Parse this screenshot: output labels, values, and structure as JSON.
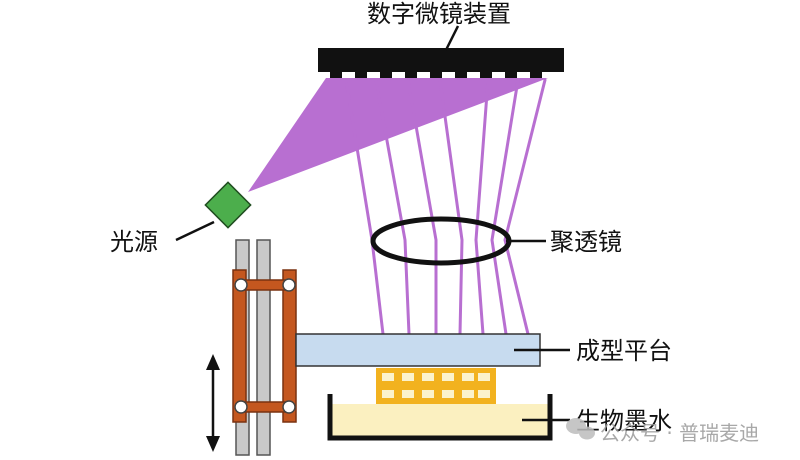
{
  "labels": {
    "dmd": "数字微镜装置",
    "light_source": "光源",
    "focusing_lens": "聚透镜",
    "build_platform": "成型平台",
    "bio_ink": "生物墨水"
  },
  "watermark": {
    "text": "公众号 · 普瑞麦迪",
    "icon": "wechat-icon"
  },
  "colors": {
    "beam": "#b86fd1",
    "dmd": "#111111",
    "light_source": "#4cae4c",
    "rail": "#c9c9c9",
    "clamp": "#c4571f",
    "platform": "#c7dbef",
    "scaffold": "#f2b21f",
    "ink": "#fbf0c0"
  }
}
